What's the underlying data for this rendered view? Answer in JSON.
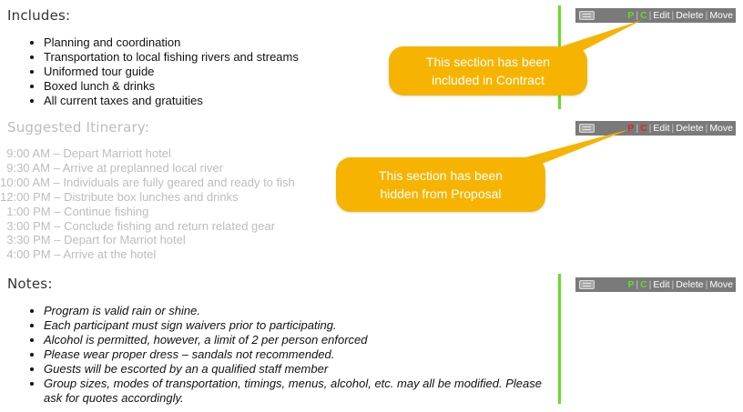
{
  "colors": {
    "rule": "#66dd22",
    "toolbar_bg": "#7a7a7a",
    "callout_bg": "#f6b400",
    "included": "#66dd22",
    "hidden": "#dd2222",
    "muted_text": "#bdbdbd"
  },
  "includes": {
    "heading": "Includes:",
    "items": [
      "Planning and coordination",
      "Transportation to local fishing rivers and streams",
      "Uniformed tour guide",
      "Boxed lunch & drinks",
      "All current taxes and gratuities"
    ],
    "toolbar": {
      "p": "P",
      "c": "C",
      "edit": "Edit",
      "delete": "Delete",
      "move": "Move",
      "p_state": "included",
      "c_state": "included"
    }
  },
  "itinerary": {
    "heading": "Suggested Itinerary:",
    "items": [
      "  9:00 AM – Depart Marriott hotel",
      "  9:30 AM – Arrive at preplanned local river",
      "10:00 AM – Individuals are fully geared and ready to fish",
      "12:00 PM – Distribute box lunches and drinks",
      "  1:00 PM – Continue fishing",
      "  3:00 PM – Conclude fishing and return related gear",
      "  3:30 PM – Depart for Marriot hotel",
      "  4:00 PM – Arrive at the hotel"
    ],
    "toolbar": {
      "p": "P",
      "c": "C",
      "edit": "Edit",
      "delete": "Delete",
      "move": "Move",
      "p_state": "hidden",
      "c_state": "hidden"
    }
  },
  "notes": {
    "heading": "Notes:",
    "items": [
      "Program is valid rain or shine.",
      "Each participant must sign waivers prior to participating.",
      "Alcohol is permitted, however, a limit of 2 per person enforced",
      "Please wear proper dress – sandals not recommended.",
      "Guests will be escorted by an a qualified staff member",
      "Group sizes, modes of transportation, timings, menus, alcohol, etc. may all be modified. Please ask for quotes accordingly."
    ],
    "toolbar": {
      "p": "P",
      "c": "C",
      "edit": "Edit",
      "delete": "Delete",
      "move": "Move",
      "p_state": "included",
      "c_state": "included"
    }
  },
  "callouts": {
    "included": "This section has been\nincluded  in Contract",
    "hidden": "This section has been\nhidden from Proposal"
  }
}
